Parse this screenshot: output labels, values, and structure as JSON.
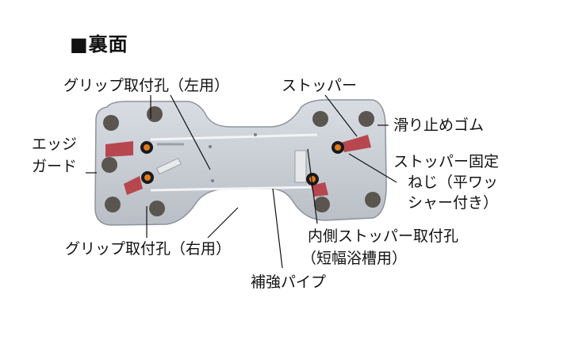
{
  "title": "■裏面",
  "labels": {
    "grip_left": "グリップ取付孔（左用）",
    "stopper": "ストッパー",
    "non_slip": "滑り止めゴム",
    "edge_guard_1": "エッジ",
    "edge_guard_2": "ガード",
    "stopper_screw_1": "ストッパー固定",
    "stopper_screw_2": "ねじ（平ワッ",
    "stopper_screw_3": "シャー付き）",
    "grip_right": "グリップ取付孔（右用）",
    "inner_stopper_1": "内側ストッパー取付孔",
    "inner_stopper_2": "（短幅浴槽用）",
    "pipe": "補強パイプ"
  }
}
